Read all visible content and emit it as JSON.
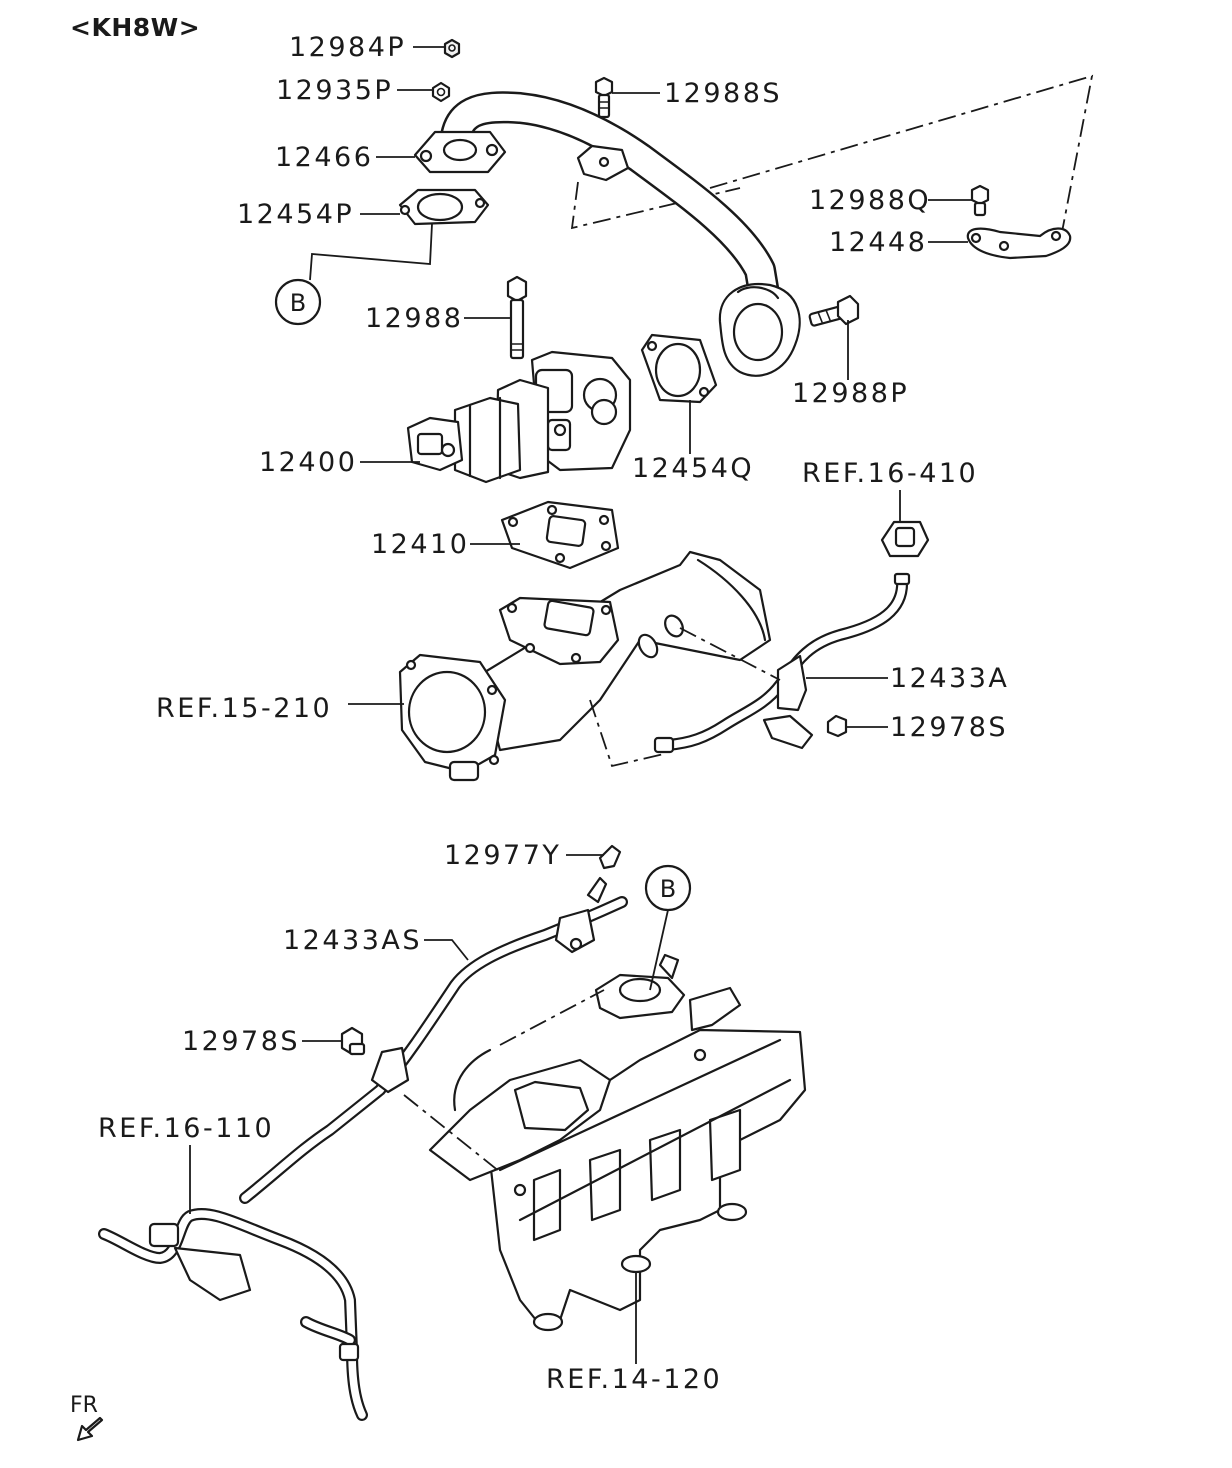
{
  "header": {
    "model_code": "<KH8W>"
  },
  "labels": {
    "p12984P": "12984P",
    "p12935P": "12935P",
    "p12988S": "12988S",
    "p12466": "12466",
    "p12454P": "12454P",
    "p12988Q": "12988Q",
    "p12448": "12448",
    "p12988": "12988",
    "p12988P": "12988P",
    "p12400": "12400",
    "p12454Q": "12454Q",
    "ref16_410": "REF.16-410",
    "p12410": "12410",
    "p12433A": "12433A",
    "ref15_210": "REF.15-210",
    "p12978S_upper": "12978S",
    "p12977Y": "12977Y",
    "p12433AS": "12433AS",
    "p12978S_lower": "12978S",
    "ref16_110": "REF.16-110",
    "ref14_120": "REF.14-120"
  },
  "callouts": {
    "b_upper": "B",
    "b_lower": "B"
  },
  "orientation": {
    "front_label": "FR"
  },
  "colors": {
    "line": "#1a1a1a",
    "background": "#ffffff"
  }
}
